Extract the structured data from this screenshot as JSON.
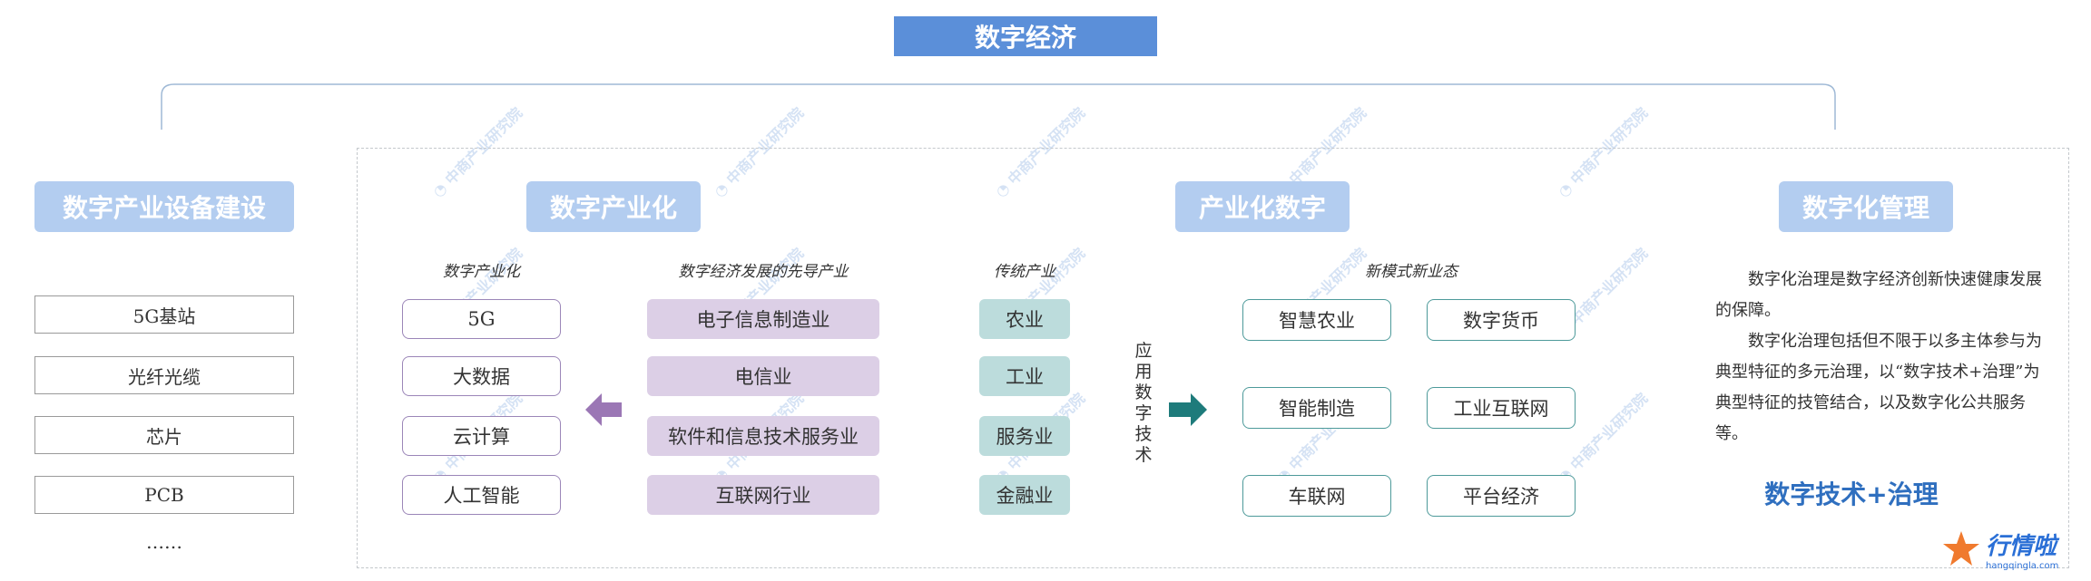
{
  "title": "数字经济",
  "sections": {
    "infra": "数字产业设备建设",
    "digital_industrialization": "数字产业化",
    "industrial_digitalization": "产业化数字",
    "digital_management": "数字化管理"
  },
  "infra_items": [
    "5G基站",
    "光纤光缆",
    "芯片",
    "PCB",
    "……"
  ],
  "column_headings": {
    "digital": "数字产业化",
    "leading": "数字经济发展的先导产业",
    "traditional": "传统产业",
    "new_models": "新模式新业态"
  },
  "digital_items": [
    "5G",
    "大数据",
    "云计算",
    "人工智能"
  ],
  "leading_items": [
    "电子信息制造业",
    "电信业",
    "软件和信息技术服务业",
    "互联网行业"
  ],
  "traditional_items": [
    "农业",
    "工业",
    "服务业",
    "金融业"
  ],
  "apply_tech": "应用数字技术",
  "new_models": [
    "智慧农业",
    "数字货币",
    "智能制造",
    "工业互联网",
    "车联网",
    "平台经济"
  ],
  "management": {
    "para1": "数字化治理是数字经济创新快速健康发展的保障。",
    "para2": "数字化治理包括但不限于以多主体参与为典型特征的多元治理，以“数字技术+治理”为典型特征的技管结合，以及数字化公共服务等。",
    "highlight": "数字技术+治理"
  },
  "watermark": "中商产业研究院",
  "logo": {
    "main": "行情啦",
    "sub": "hangqingla.com"
  },
  "colors": {
    "title_bg": "#5b8fd9",
    "header_bg": "#b3cdf0",
    "lead_bg": "#dccfe6",
    "trad_bg": "#bcdcdc",
    "purple_arrow": "#9b77b5",
    "teal_arrow": "#1e7b7b",
    "highlight": "#2f6fbf"
  }
}
